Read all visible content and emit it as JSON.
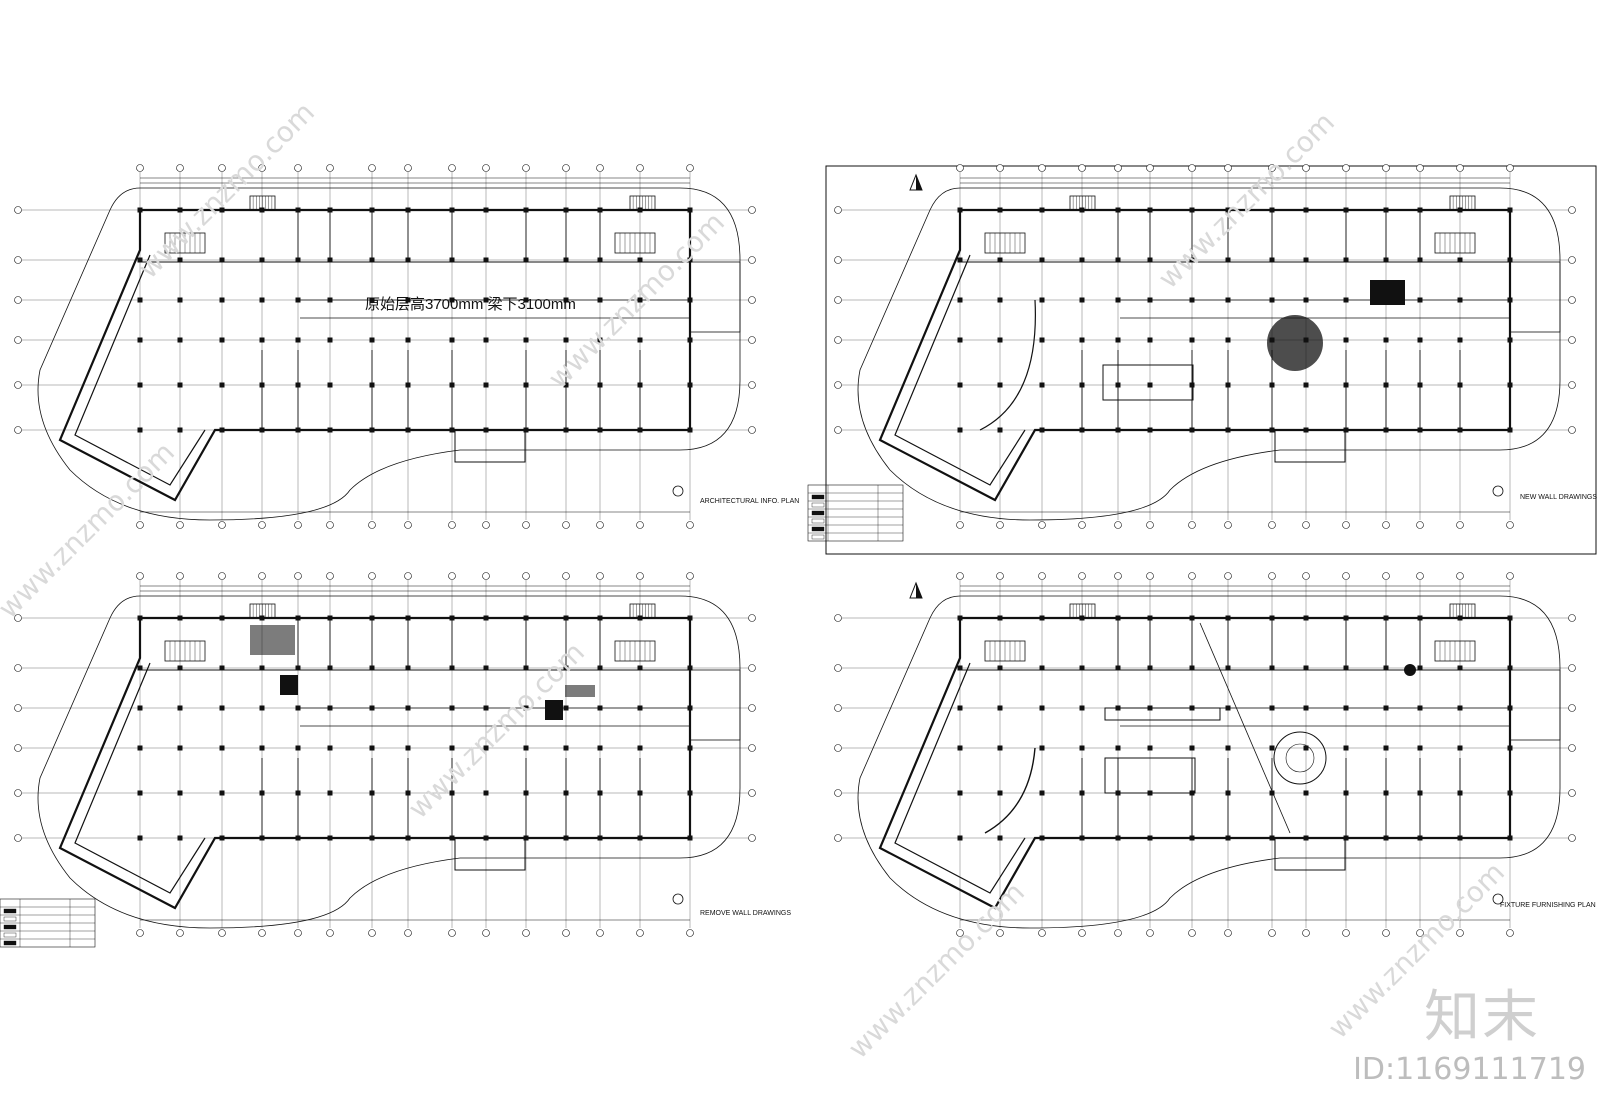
{
  "watermark": {
    "site": "www.znzmo.com",
    "brand": "知末",
    "image_id": "ID:1169111719"
  },
  "plans": [
    {
      "id": "architectural",
      "title": "ARCHITECTURAL INFO. PLAN",
      "note": "原始层高3700mm 梁下3100mm"
    },
    {
      "id": "new-wall",
      "title": "NEW WALL DRAWINGS",
      "note": ""
    },
    {
      "id": "remove-wall",
      "title": "REMOVE WALL DRAWINGS",
      "note": ""
    },
    {
      "id": "furnishing",
      "title": "FIXTURE FURNISHING PLAN",
      "note": ""
    }
  ],
  "colors": {
    "line": "#111111",
    "watermark": "#d8d8d8"
  }
}
